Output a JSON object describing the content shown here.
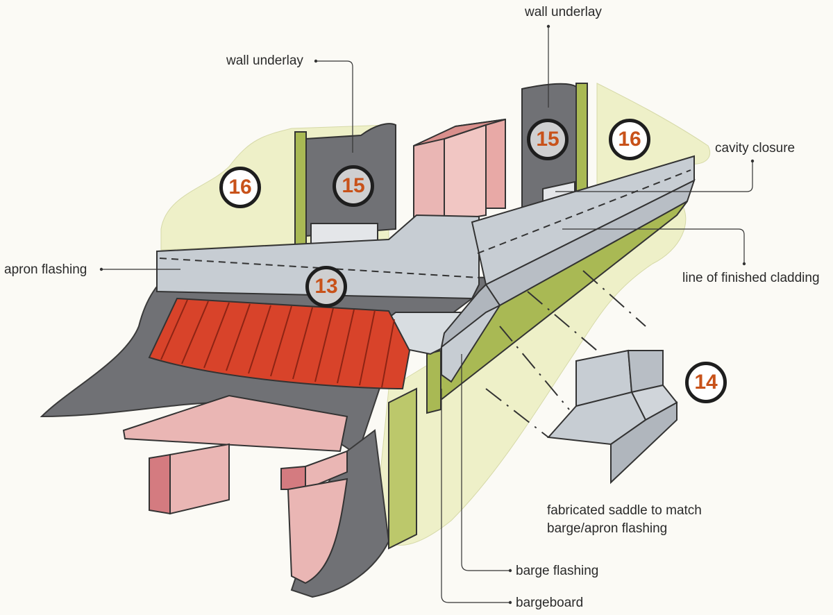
{
  "labels": {
    "wall_underlay_left": "wall underlay",
    "wall_underlay_right": "wall underlay",
    "apron_flashing": "apron flashing",
    "cavity_closure": "cavity closure",
    "line_of_finished_cladding": "line of finished cladding",
    "fabricated_saddle_line1": "fabricated saddle to match",
    "fabricated_saddle_line2": "barge/apron flashing",
    "barge_flashing": "barge flashing",
    "bargeboard": "bargeboard"
  },
  "badges": {
    "b13": "13",
    "b14": "14",
    "b15_left": "15",
    "b15_right": "15",
    "b16_left": "16",
    "b16_right": "16"
  },
  "colors": {
    "accent_number": "#c8521a",
    "wall_underlay": "#6e6f73",
    "flashing": "#c7cdd3",
    "cladding_bg": "#eef0c8",
    "roofing": "#d8432a",
    "timber": "#eab6b4",
    "bargeboard": "#a9b954"
  }
}
